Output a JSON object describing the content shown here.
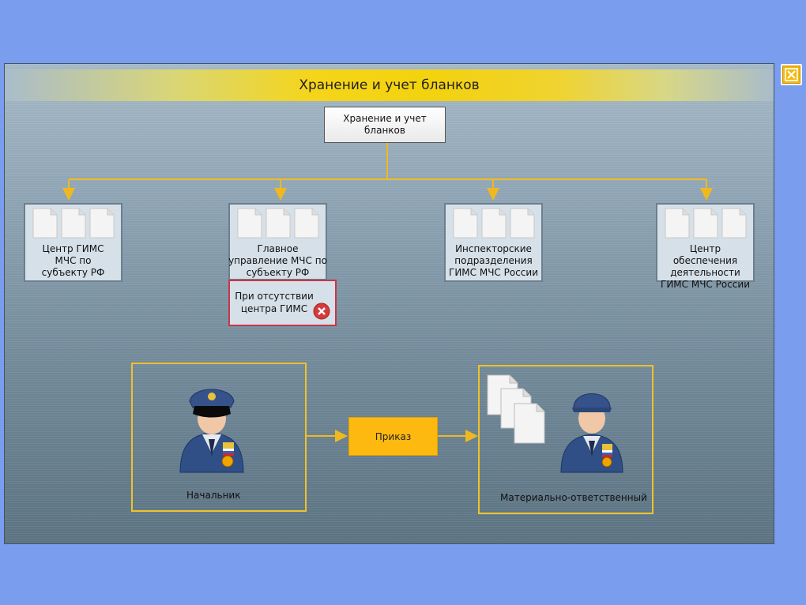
{
  "title": "Хранение и учет бланков",
  "root": {
    "label": "Хранение и учет бланков"
  },
  "orgs": [
    {
      "label": "Центр ГИМС МЧС по субъекту РФ"
    },
    {
      "label": "Главное управление МЧС  по субъекту РФ"
    },
    {
      "label": "Инспекторские подразделения ГИМС МЧС России"
    },
    {
      "label": "Центр обеспечения деятельности ГИМС МЧС России"
    }
  ],
  "warning": {
    "label": "При отсутствии центра ГИМС"
  },
  "flow": {
    "boss_label": "Начальник",
    "order_label": "Приказ",
    "responsible_label": "Материально-ответственный"
  },
  "colors": {
    "accent": "#fdb90f",
    "line": "#f0b820",
    "warning_border": "#c6374a",
    "background": "#7b9ded"
  },
  "icons": [
    "close-icon",
    "document-icon",
    "error-icon",
    "officer-icon"
  ]
}
